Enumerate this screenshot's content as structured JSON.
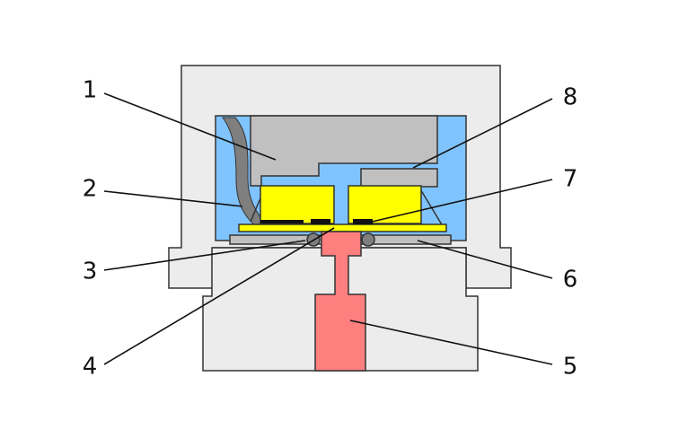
{
  "colors": {
    "housing": "#ececec",
    "cavity": "#80c4ff",
    "sensor_body": "#c0c0c0",
    "flexible_lead": "#7f7f7f",
    "ceramic_element": "#ffff00",
    "conductor": "#111111",
    "pressure_channel": "#ff7f7f",
    "outline": "#333333"
  },
  "callouts": [
    {
      "id": "1",
      "label": "1"
    },
    {
      "id": "2",
      "label": "2"
    },
    {
      "id": "3",
      "label": "3"
    },
    {
      "id": "4",
      "label": "4"
    },
    {
      "id": "5",
      "label": "5"
    },
    {
      "id": "6",
      "label": "6"
    },
    {
      "id": "7",
      "label": "7"
    },
    {
      "id": "8",
      "label": "8"
    }
  ]
}
